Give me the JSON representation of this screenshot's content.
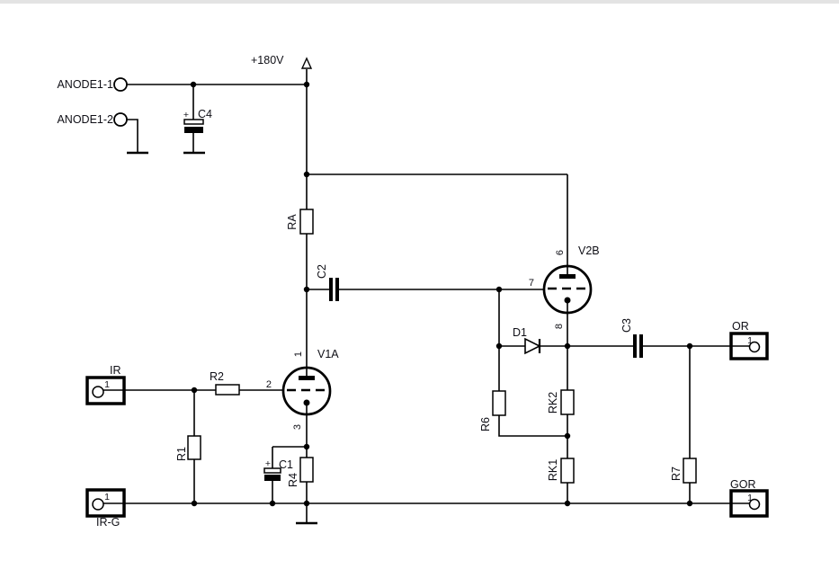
{
  "schematic": {
    "power": {
      "net_label": "+180V"
    },
    "terminals": {
      "anode1_1": {
        "label": "ANODE1-1"
      },
      "anode1_2": {
        "label": "ANODE1-2"
      }
    },
    "connectors": {
      "ir": {
        "label": "IR",
        "pin": "1"
      },
      "ir_g": {
        "label": "IR-G",
        "pin": "1"
      },
      "or": {
        "label": "OR",
        "pin": "1"
      },
      "gor": {
        "label": "GOR",
        "pin": "1"
      }
    },
    "tubes": {
      "v1a": {
        "label": "V1A",
        "anode_pin": "1",
        "grid_pin": "2",
        "cathode_pin": "3"
      },
      "v2b": {
        "label": "V2B",
        "anode_pin": "6",
        "grid_pin": "7",
        "cathode_pin": "8"
      }
    },
    "resistors": {
      "ra": {
        "label": "RA"
      },
      "r1": {
        "label": "R1"
      },
      "r2": {
        "label": "R2"
      },
      "r4": {
        "label": "R4"
      },
      "r6": {
        "label": "R6"
      },
      "r7": {
        "label": "R7"
      },
      "rk1": {
        "label": "RK1"
      },
      "rk2": {
        "label": "RK2"
      }
    },
    "capacitors": {
      "c1": {
        "label": "C1",
        "polarity": "+"
      },
      "c2": {
        "label": "C2"
      },
      "c3": {
        "label": "C3"
      },
      "c4": {
        "label": "C4",
        "polarity": "+"
      }
    },
    "diodes": {
      "d1": {
        "label": "D1"
      }
    },
    "colors": {
      "wire": "#000000",
      "text": "#0f0f16",
      "background": "#ffffff",
      "top_edge_bar": "#e3e3e3"
    }
  }
}
